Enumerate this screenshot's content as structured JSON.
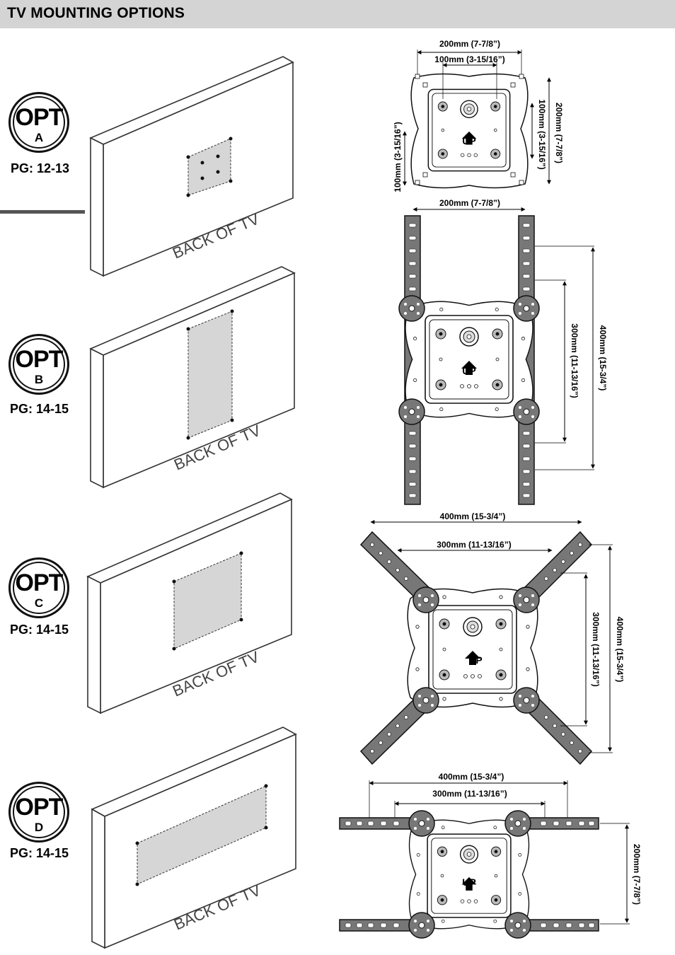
{
  "page": {
    "title": "TV MOUNTING OPTIONS"
  },
  "options": [
    {
      "opt_label": "OPT",
      "letter": "A",
      "page_ref": "PG: 12-13"
    },
    {
      "opt_label": "OPT",
      "letter": "B",
      "page_ref": "PG: 14-15"
    },
    {
      "opt_label": "OPT",
      "letter": "C",
      "page_ref": "PG: 14-15"
    },
    {
      "opt_label": "OPT",
      "letter": "D",
      "page_ref": "PG: 14-15"
    }
  ],
  "tv_label": "BACK OF TV",
  "up_label": "UP",
  "diagrams": {
    "a": {
      "top_outer": "200mm (7-7/8”)",
      "top_inner": "100mm (3-15/16”)",
      "left": "100mm (3-15/16”)",
      "right_inner": "100mm (3-15/16”)",
      "right_outer": "200mm (7-7/8”)"
    },
    "b": {
      "top": "200mm (7-7/8”)",
      "right_inner": "300mm (11-13/16”)",
      "right_outer": "400mm (15-3/4”)"
    },
    "c": {
      "top_outer": "400mm (15-3/4”)",
      "top_inner": "300mm (11-13/16”)",
      "right_inner": "300mm (11-13/16”)",
      "right_outer": "400mm (15-3/4”)"
    },
    "d": {
      "top_outer": "400mm (15-3/4”)",
      "top_inner": "300mm (11-13/16”)",
      "right": "200mm (7-7/8”)"
    }
  }
}
